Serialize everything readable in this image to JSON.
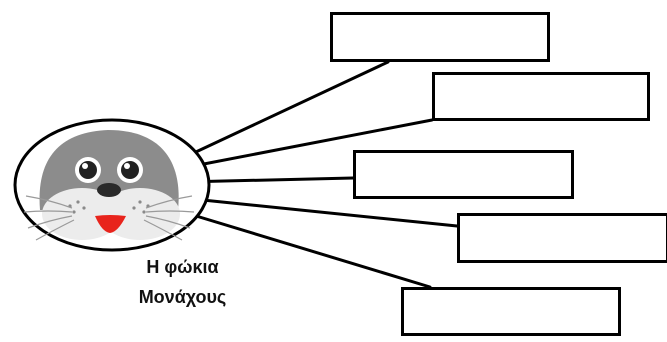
{
  "caption": {
    "line1": "Η φώκια",
    "line2": "Μονάχους"
  },
  "answer_boxes": [
    {
      "id": "box-1",
      "text": ""
    },
    {
      "id": "box-2",
      "text": ""
    },
    {
      "id": "box-3",
      "text": ""
    },
    {
      "id": "box-4",
      "text": ""
    },
    {
      "id": "box-5",
      "text": ""
    }
  ],
  "colors": {
    "line": "#000000",
    "seal_head": "#8a8a8a",
    "seal_muzzle": "#e6e6e6",
    "tongue": "#e8241c"
  },
  "illustration": "monk-seal-face"
}
